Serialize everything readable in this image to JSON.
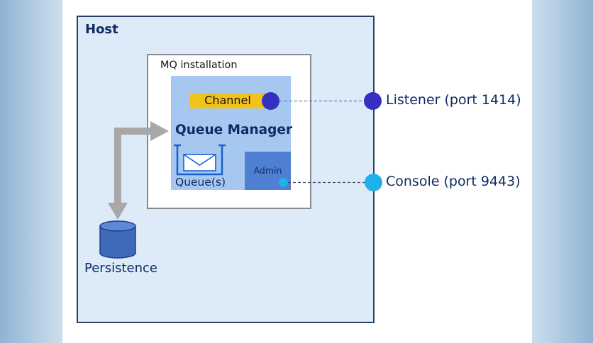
{
  "host": {
    "title": "Host"
  },
  "mq_installation": {
    "title": "MQ installation"
  },
  "queue_manager": {
    "title": "Queue Manager",
    "channel_label": "Channel",
    "queue_label": "Queue(s)",
    "admin_label": "Admin"
  },
  "endpoints": {
    "listener_label": "Listener (port 1414)",
    "console_label": "Console (port 9443)"
  },
  "persistence": {
    "label": "Persistence"
  },
  "icons": {
    "queue": "envelope-icon",
    "persistence": "database-cylinder-icon",
    "flow": "bidirectional-arrow-icon"
  },
  "colors": {
    "host_fill": "#ddebf9",
    "host_border": "#2b3d69",
    "queue_manager_fill": "#a6c8f0",
    "admin_fill": "#4e7fd0",
    "channel_fill": "#f1c21b",
    "listener_dot": "#3530c1",
    "console_dot": "#1eb1ea",
    "title_text": "#102a63"
  }
}
